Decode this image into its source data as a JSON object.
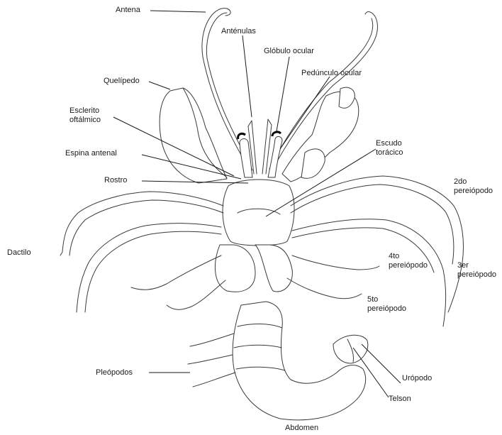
{
  "labels": {
    "antena": "Antena",
    "antenulas": "Anténulas",
    "globulo_ocular": "Glóbulo ocular",
    "peduncle_ocular": "Pedúnculo ocular",
    "quelipedo": "Quelípedo",
    "esclerito": "Esclerito\noftálmico",
    "escudo": "Escudo\ntorácico",
    "espina_antenal": "Espina antenal",
    "rostro": "Rostro",
    "pereiopodo_2": "2do\npereiópodo",
    "dactilo": "Dactilo",
    "pereiopodo_4": "4to\npereiópodo",
    "pereiopodo_3": "3er\npereiópodo",
    "pereiopodo_5": "5to\npereiópodo",
    "pleopodos": "Pleópodos",
    "uropodo": "Urópodo",
    "telson": "Telson",
    "abdomen": "Abdomen"
  }
}
